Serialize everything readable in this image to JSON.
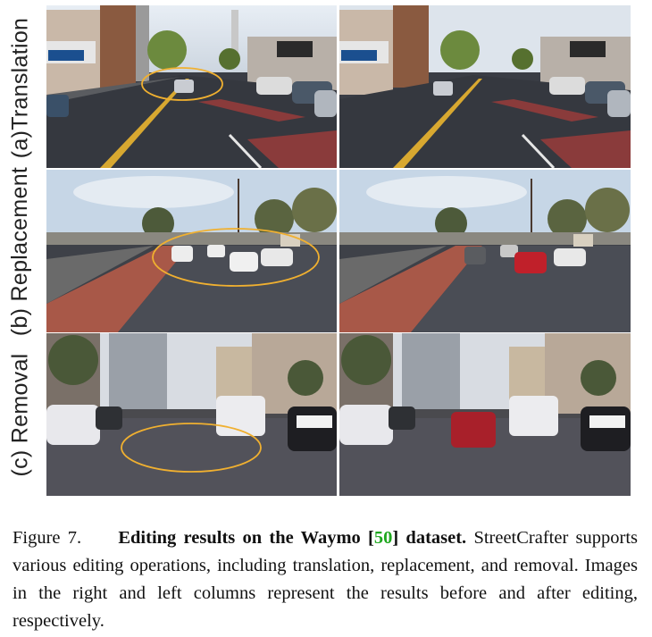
{
  "rows": [
    {
      "label": "(a)Translation"
    },
    {
      "label": "(b) Replacement"
    },
    {
      "label": "(c) Removal"
    }
  ],
  "caption": {
    "figure_label": "Figure 7.",
    "title_before_cite": "Editing results on the Waymo [",
    "citation": "50",
    "title_after_cite": "] dataset.",
    "body": "StreetCrafter supports various editing operations, including translation, replacement, and removal. Images in the right and left columns represent the results before and after editing, respectively."
  },
  "colors": {
    "ellipse": "#f0b030",
    "citation": "#1fa81f"
  }
}
